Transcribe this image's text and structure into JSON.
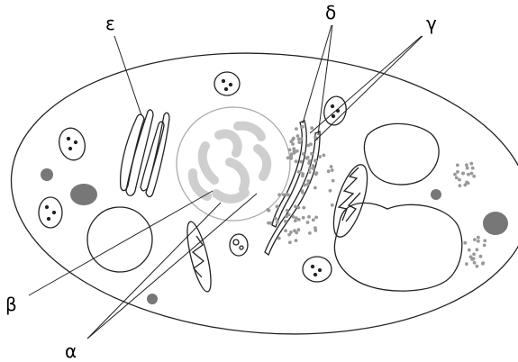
{
  "labels": {
    "alpha": "α",
    "beta": "β",
    "gamma": "γ",
    "delta": "δ",
    "epsilon": "ε"
  },
  "colors": {
    "outline": "#222222",
    "nucleus_gray": "#cccccc",
    "granule_gray": "#999999",
    "dark_granule": "#777777",
    "background": "#ffffff"
  }
}
